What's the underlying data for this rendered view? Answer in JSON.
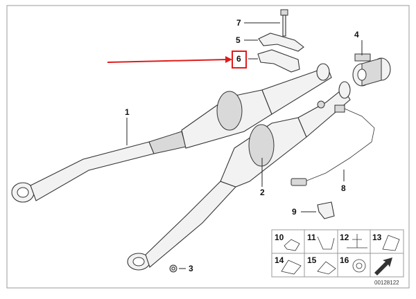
{
  "callouts": [
    {
      "id": "1",
      "label": "1"
    },
    {
      "id": "2",
      "label": "2"
    },
    {
      "id": "3",
      "label": "3"
    },
    {
      "id": "4",
      "label": "4"
    },
    {
      "id": "5",
      "label": "5"
    },
    {
      "id": "6",
      "label": "6"
    },
    {
      "id": "7",
      "label": "7"
    },
    {
      "id": "8",
      "label": "8"
    },
    {
      "id": "9",
      "label": "9"
    }
  ],
  "grid_items": [
    "10",
    "11",
    "12",
    "13",
    "14",
    "15",
    "16"
  ],
  "reference_code": "00128122",
  "colors": {
    "highlight": "#e01b1b",
    "line": "#222222",
    "border": "#999999"
  }
}
